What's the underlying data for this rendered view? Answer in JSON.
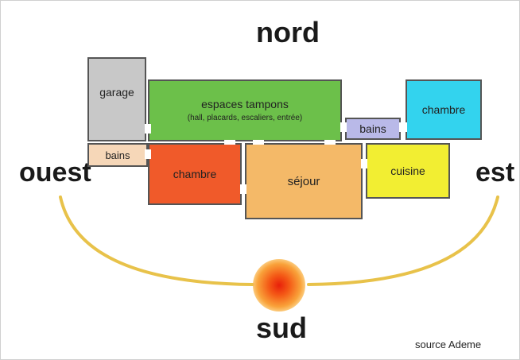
{
  "compass": {
    "north": "nord",
    "west": "ouest",
    "east": "est",
    "south": "sud"
  },
  "rooms": {
    "garage": "garage",
    "buffer_spaces": "espaces tampons",
    "buffer_spaces_detail": "(hall, placards, escaliers, entrée)",
    "bath_west": "bains",
    "bedroom_west": "chambre",
    "living_room": "séjour",
    "bath_east": "bains",
    "bedroom_east": "chambre",
    "kitchen": "cuisine"
  },
  "colors": {
    "garage": "#c8c8c8",
    "buffer_spaces": "#6cc04a",
    "bath_west": "#f6d7b8",
    "bedroom_west": "#f05a2a",
    "living_room": "#f4b968",
    "bath_east": "#b9b9e8",
    "bedroom_east": "#33d3ee",
    "kitchen": "#f2ee32",
    "sun_path": "#e8c24a",
    "sun": "#e8200a"
  },
  "source": "source Ademe"
}
